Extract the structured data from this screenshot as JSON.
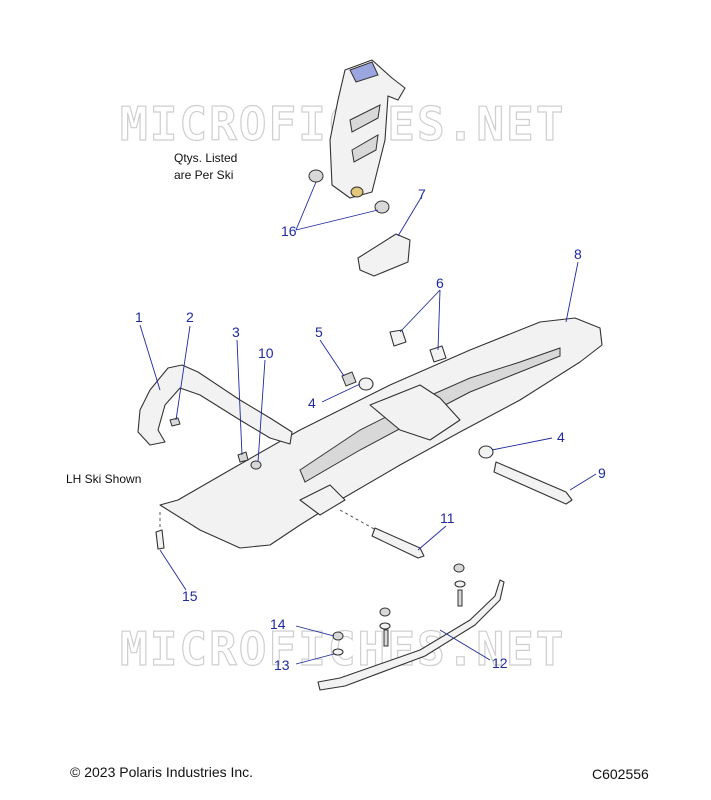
{
  "watermark": "MICROFICHES.NET",
  "notes": {
    "qty_line1": "Qtys. Listed",
    "qty_line2": "are Per Ski",
    "lh_ski": "LH Ski Shown"
  },
  "callouts": {
    "c1": "1",
    "c2": "2",
    "c3": "3",
    "c4a": "4",
    "c4b": "4",
    "c5": "5",
    "c6": "6",
    "c7": "7",
    "c8": "8",
    "c9": "9",
    "c10": "10",
    "c11": "11",
    "c12": "12",
    "c13": "13",
    "c14": "14",
    "c15": "15",
    "c16": "16"
  },
  "footer": {
    "copyright": "© 2023 Polaris Industries Inc.",
    "figure_id": "C602556"
  },
  "colors": {
    "callout": "#1f2a9c",
    "highlight_bushing": "#e3c77a",
    "highlight_mount": "#9aa6e0"
  }
}
